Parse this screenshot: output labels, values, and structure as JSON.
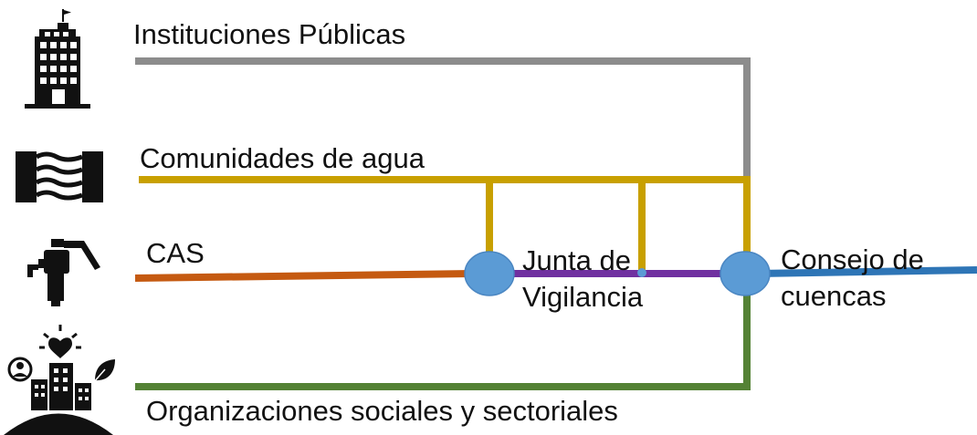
{
  "actors": {
    "instituciones": "Instituciones Públicas",
    "comunidades": "Comunidades de agua",
    "cas": "CAS",
    "organizaciones": "Organizaciones sociales y sectoriales"
  },
  "nodes": {
    "junta": "Junta de Vigilancia",
    "consejo": "Consejo de cuencas"
  },
  "colors": {
    "instituciones_line": "#8c8c8c",
    "comunidades_line": "#c8a000",
    "cas_line": "#c55a11",
    "organizaciones_line": "#548235",
    "junta_consejo_line": "#7030a0",
    "outflow_line": "#2e75b6",
    "node_fill": "#5b9bd5",
    "icon": "#111111"
  },
  "icons": {
    "instituciones": "building-icon",
    "comunidades": "water-canal-icon",
    "cas": "water-tap-icon",
    "organizaciones": "community-organizations-icon"
  }
}
